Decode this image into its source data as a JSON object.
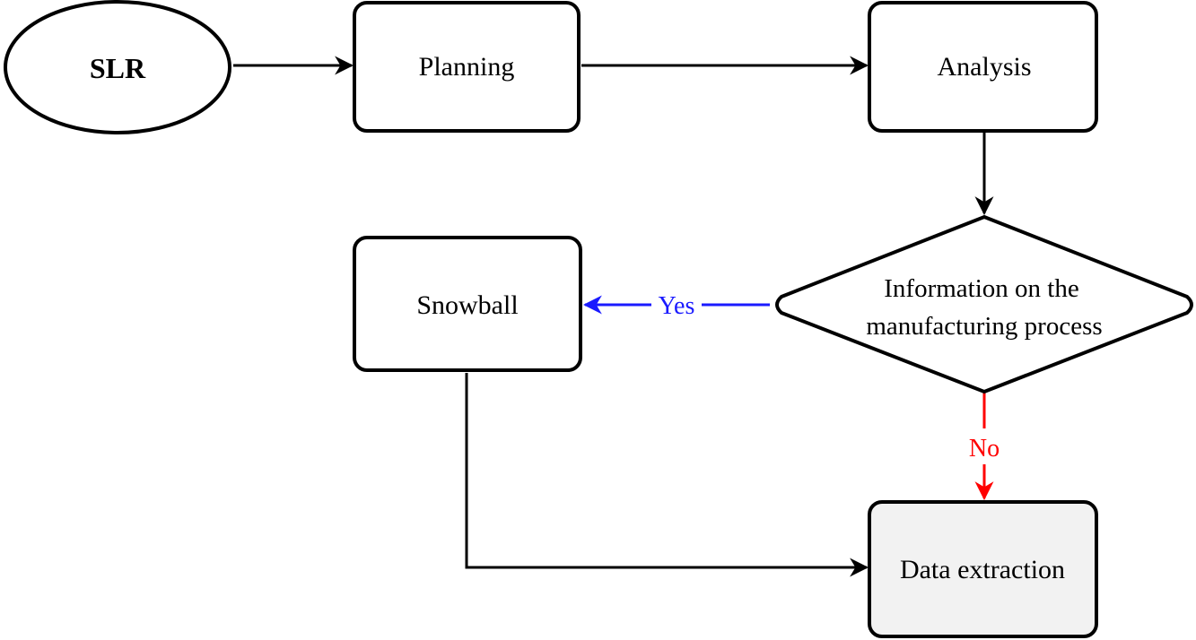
{
  "nodes": {
    "slr": {
      "label": "SLR"
    },
    "planning": {
      "label": "Planning"
    },
    "analysis": {
      "label": "Analysis"
    },
    "decision": {
      "line1": "Information on the",
      "line2": "manufacturing process"
    },
    "snowball": {
      "label": "Snowball"
    },
    "data_extraction": {
      "label": "Data extraction"
    }
  },
  "edges": {
    "yes_label": "Yes",
    "no_label": "No"
  },
  "colors": {
    "line": "#000000",
    "yes": "#1a1aff",
    "no": "#ff0000",
    "shaded_fill": "#f2f2f2"
  }
}
